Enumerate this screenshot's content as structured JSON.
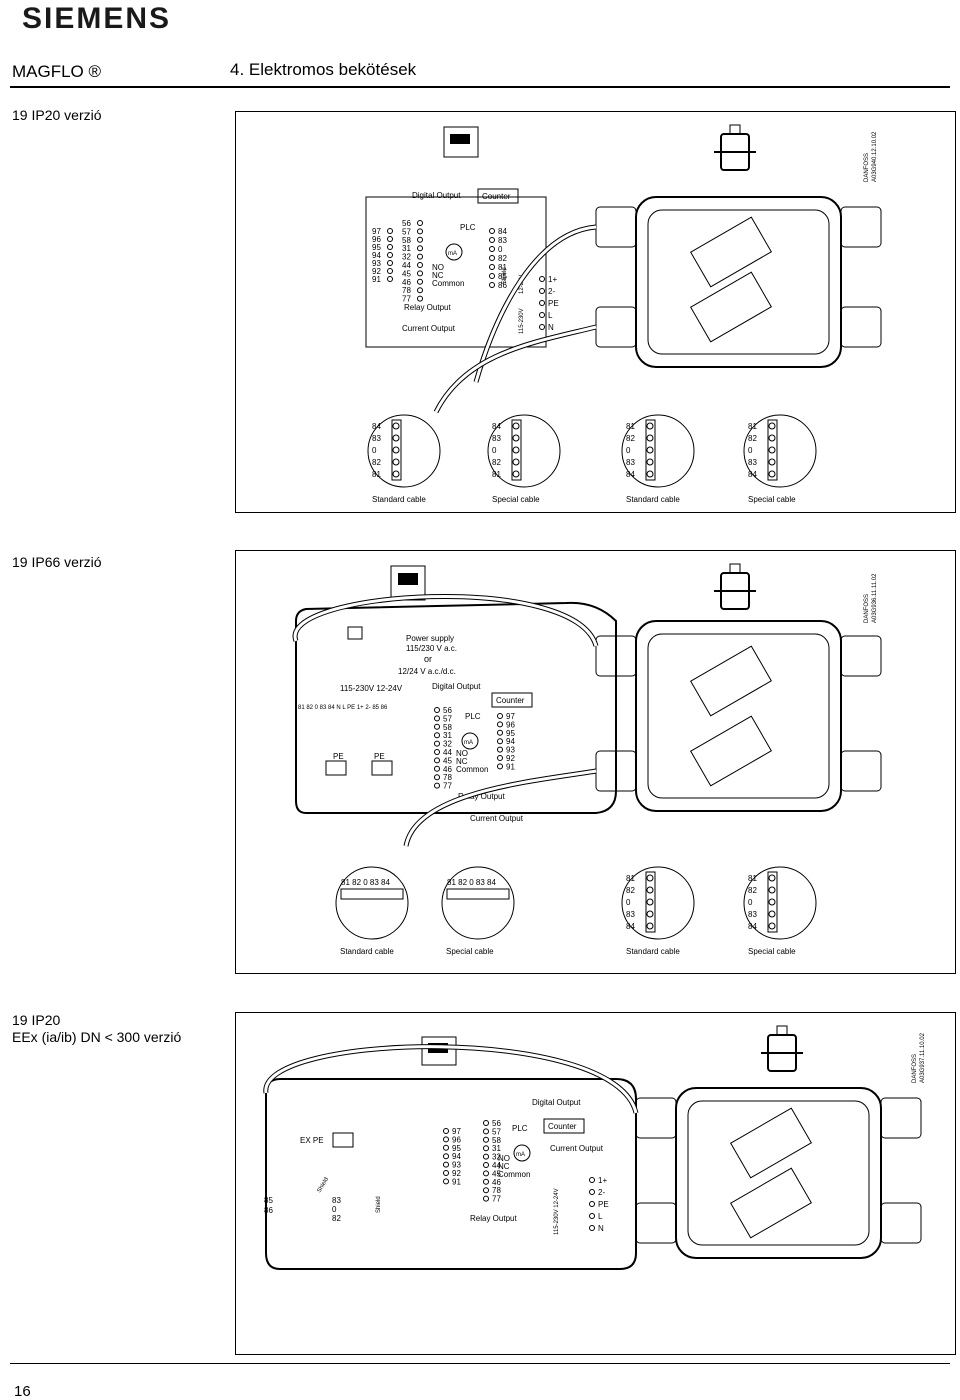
{
  "header": {
    "logo": "SIEMENS",
    "product": "MAGFLO ®",
    "chapter": "4. Elektromos bekötések"
  },
  "sections": [
    {
      "title": "19  IP20 verzió"
    },
    {
      "title": "19  IP66 verzió"
    },
    {
      "title_line1": "19  IP20",
      "title_line2": "EEx (ia/ib)  DN < 300 verzió"
    }
  ],
  "fig1": {
    "stamp": [
      "DANFOSS",
      "A03G940.12.10.02"
    ],
    "digital_output": "Digital Output",
    "counter": "Counter",
    "plc": "PLC",
    "ma": "mA",
    "no": "NO",
    "nc": "NC",
    "common": "Common",
    "relay_output": "Relay Output",
    "current_output": "Current Output",
    "left_terms": [
      "97",
      "96",
      "95",
      "94",
      "93",
      "92",
      "91"
    ],
    "mid_terms": [
      "56",
      "57",
      "58",
      "31",
      "32",
      "44",
      "45",
      "46",
      "78",
      "77"
    ],
    "right_terms": [
      "84",
      "83",
      "0",
      "82",
      "81",
      "85",
      "86"
    ],
    "shield": "Shield",
    "supply_lo": "12-24V",
    "supply_hi": "115-230V",
    "power_terms": [
      "1+",
      "2-",
      "PE",
      "L",
      "N"
    ],
    "cables": [
      {
        "terms": [
          "84",
          "83",
          "0",
          "82",
          "81"
        ],
        "label": "Standard cable"
      },
      {
        "terms": [
          "84",
          "83",
          "0",
          "82",
          "81"
        ],
        "label": "Special cable"
      },
      {
        "terms": [
          "81",
          "82",
          "0",
          "83",
          "84"
        ],
        "label": "Standard cable"
      },
      {
        "terms": [
          "81",
          "82",
          "0",
          "83",
          "84"
        ],
        "label": "Special cable"
      }
    ]
  },
  "fig2": {
    "stamp": [
      "DANFOSS",
      "A03G936.11.11.02"
    ],
    "power_supply": "Power supply",
    "v_ac": "115/230 V a.c.",
    "or": "or",
    "v_dc": "12/24 V a.c./d.c.",
    "supply_row": "115-230V  12-24V",
    "terms_row": "81 82 0 83 84  N  L PE 1+ 2- 85 86",
    "pe": "PE",
    "digital_output": "Digital Output",
    "counter": "Counter",
    "plc": "PLC",
    "ma": "mA",
    "mid_terms": [
      "56",
      "57",
      "58",
      "31",
      "32",
      "44",
      "45",
      "46",
      "78",
      "77"
    ],
    "no": "NO",
    "nc": "NC",
    "common": "Common",
    "right_terms": [
      "97",
      "96",
      "95",
      "94",
      "93",
      "92",
      "91"
    ],
    "relay_output": "Relay Output",
    "current_output": "Current Output",
    "cables": [
      {
        "terms": "81 82 0 83 84",
        "label": "Standard cable"
      },
      {
        "terms": "81 82 0 83 84",
        "label": "Special cable"
      },
      {
        "terms": [
          "81",
          "82",
          "0",
          "83",
          "84"
        ],
        "label": "Standard cable"
      },
      {
        "terms": [
          "81",
          "82",
          "0",
          "83",
          "84"
        ],
        "label": "Special cable"
      }
    ]
  },
  "fig3": {
    "stamp": [
      "DANFOSS",
      "A03G937.11.10.02"
    ],
    "ex_pe": "EX PE",
    "shield": "Shield",
    "terms_left": [
      "85",
      "86"
    ],
    "terms_mid": [
      "83",
      "0",
      "82"
    ],
    "left_terms": [
      "97",
      "96",
      "95",
      "94",
      "93",
      "92",
      "91"
    ],
    "mid_terms": [
      "56",
      "57",
      "58",
      "31",
      "32",
      "44",
      "45",
      "46",
      "78",
      "77"
    ],
    "no": "NO",
    "nc": "NC",
    "common": "Common",
    "digital_output": "Digital Output",
    "counter": "Counter",
    "plc": "PLC",
    "ma": "mA",
    "current_output": "Current Output",
    "relay_output": "Relay Output",
    "supply": "115-230V  12-24V",
    "power_terms": [
      "1+",
      "2-",
      "PE",
      "L",
      "N"
    ]
  },
  "footer": {
    "page": "16"
  }
}
